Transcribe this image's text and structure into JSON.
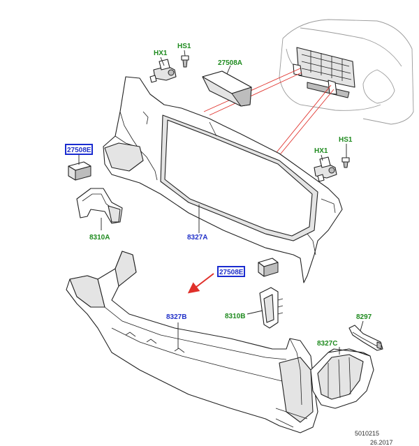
{
  "labels": {
    "hx1_top": "HX1",
    "hs1_top": "HS1",
    "p27508a": "27508A",
    "p27508e_left": "27508E",
    "p27508e_mid": "27508E",
    "hx1_right": "HX1",
    "hs1_right": "HS1",
    "p8310a": "8310A",
    "p8327a": "8327A",
    "p8327b": "8327B",
    "p8310b": "8310B",
    "p8297": "8297",
    "p8327c": "8327C"
  },
  "reference": {
    "number": "5010215",
    "date": "26.2017"
  },
  "colors": {
    "part_label": "#1e8a1e",
    "highlight_label": "#2030c8",
    "highlight_box": "#1a2bd0",
    "pointer_arrow": "#e0302a"
  }
}
